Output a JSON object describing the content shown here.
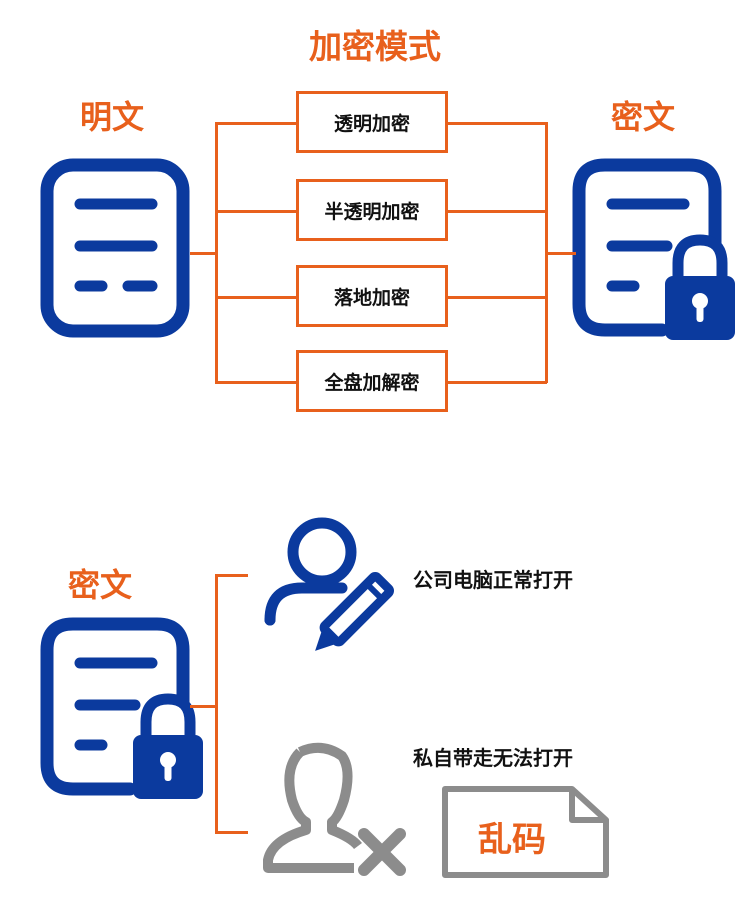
{
  "title": "加密模式",
  "top": {
    "plaintext_label": "明文",
    "ciphertext_label": "密文",
    "modes": [
      "透明加密",
      "半透明加密",
      "落地加密",
      "全盘加解密"
    ]
  },
  "bottom": {
    "ciphertext_label": "密文",
    "outcome_ok": "公司电脑正常打开",
    "outcome_fail": "私自带走无法打开",
    "garbled_text": "乱码"
  },
  "colors": {
    "accent": "#E8601C",
    "blue": "#0B3A9E",
    "gray": "#8C8C8C"
  }
}
